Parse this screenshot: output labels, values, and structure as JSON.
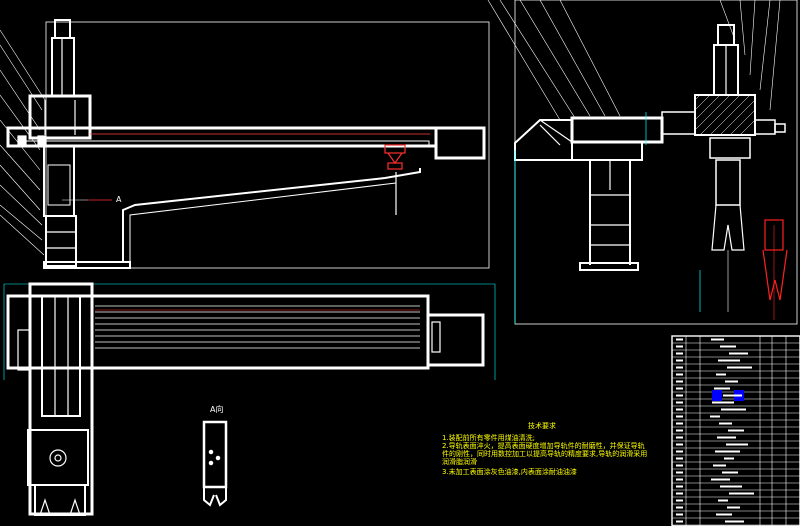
{
  "drawing": {
    "section_label_a": "A",
    "section_view_label": "A向",
    "technical_requirements": {
      "title": "技术要求",
      "lines": [
        "1.装配前所有零件用煤油清洗;",
        "2.导轨表面淬火，提高表面硬度增加导轨件的耐磨性，并保证导轨",
        "件的刚性，同时用数控加工以提高导轨的精度要求,导轨的润滑采用",
        "润滑脂润滑",
        "3.未加工表面涂灰色油漆,内表面涂耐油油漆"
      ]
    },
    "colors": {
      "background": "#000000",
      "line": "#ffffff",
      "dimension": "#ff0000",
      "text": "#ffff00",
      "cyan": "#00ffff",
      "highlight": "#0000ff"
    }
  }
}
